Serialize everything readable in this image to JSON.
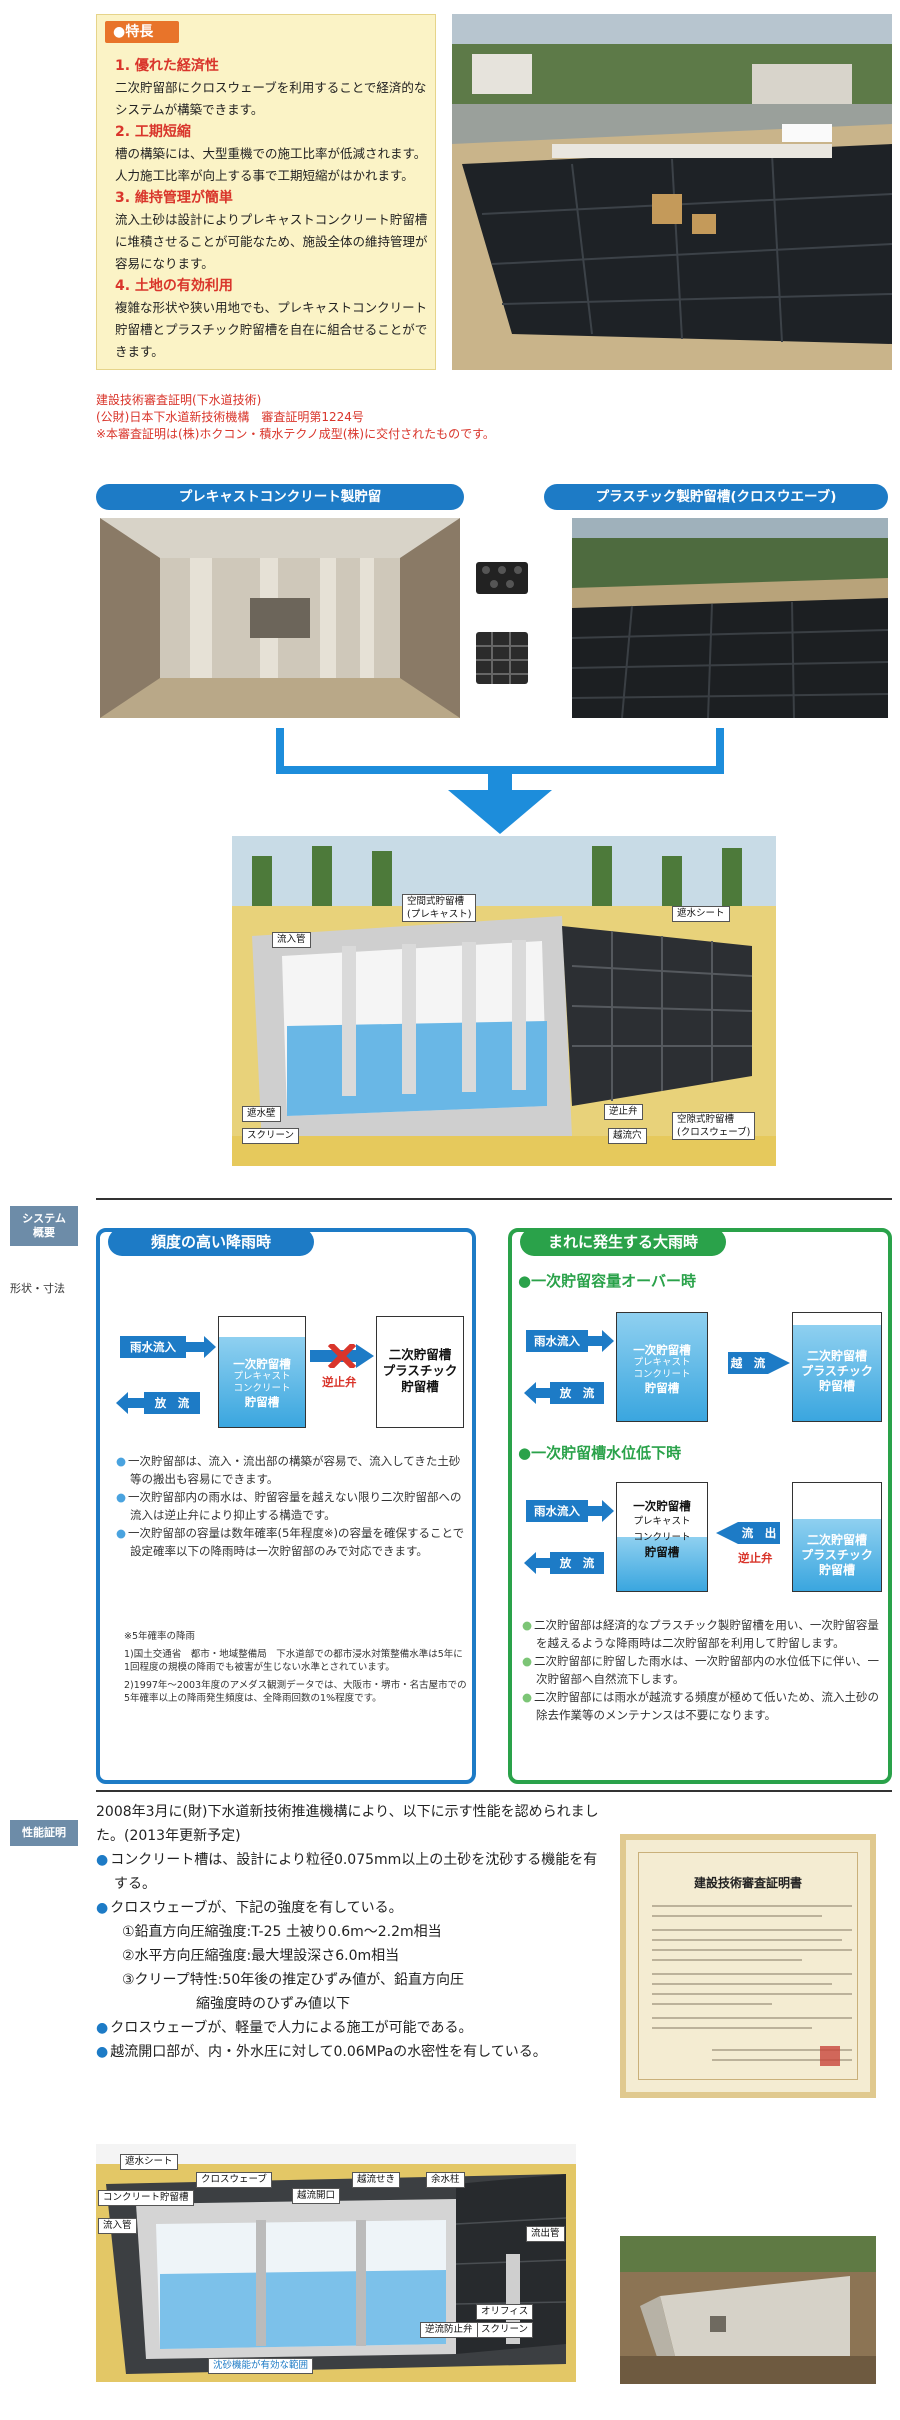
{
  "features": {
    "tag": "●特長",
    "items": [
      {
        "heading": "1. 優れた経済性",
        "text": "二次貯留部にクロスウェーブを利用することで経済的なシステムが構築できます。"
      },
      {
        "heading": "2. 工期短縮",
        "text": "槽の構築には、大型重機での施工比率が低減されます。人力施工比率が向上する事で工期短縮がはかれます。"
      },
      {
        "heading": "3. 維持管理が簡単",
        "text": "流入土砂は設計によりプレキャストコンクリート貯留槽に堆積させることが可能なため、施設全体の維持管理が容易になります。"
      },
      {
        "heading": "4. 土地の有効利用",
        "text": "複雑な形状や狭い用地でも、プレキャストコンクリート貯留槽とプラスチック貯留槽を自在に組合せることができます。"
      }
    ]
  },
  "approval": {
    "line1": "建設技術審査証明(下水道技術)",
    "line2": "(公財)日本下水道新技術機構　審査証明第1224号",
    "line3": "※本審査証明は(株)ホクコン・積水テクノ成型(株)に交付されたものです。"
  },
  "sections": {
    "precast_title": "プレキャストコンクリート製貯留",
    "plastic_title": "プラスチック製貯留槽(クロスウエーブ)"
  },
  "diagram_labels": {
    "inflow_pipe": "流入管",
    "air_tank": "空間式貯留槽",
    "air_tank_sub": "(プレキャスト)",
    "waterproof_sheet": "遮水シート",
    "barrier_wall": "遮水壁",
    "screen": "スクリーン",
    "check_valve": "逆止弁",
    "overflow_hole": "越流穴",
    "void_tank": "空隙式貯留槽",
    "void_tank_sub": "(クロスウェーブ)"
  },
  "side_tabs": {
    "system": "システム\n概要",
    "system_label": "形状・寸法",
    "performance": "性能証明"
  },
  "frequent": {
    "header": "頻度の高い降雨時",
    "rain_in": "雨水流入",
    "discharge": "放　流",
    "tank1_title": "一次貯留槽",
    "tank1_sub": "プレキャスト\nコンクリート",
    "tank1_sub2": "貯留槽",
    "tank2_title": "二次貯留槽\nプラスチック\n貯留槽",
    "check_valve": "逆止弁",
    "bullets": [
      "一次貯留部は、流入・流出部の構築が容易で、流入してきた土砂等の搬出も容易にできます。",
      "一次貯留部内の雨水は、貯留容量を越えない限り二次貯留部への流入は逆止弁により抑止する構造です。",
      "一次貯留部の容量は数年確率(5年程度※)の容量を確保することで設定確率以下の降雨時は一次貯留部のみで対応できます。"
    ],
    "note_title": "※5年確率の降雨",
    "notes": [
      "1)国土交通省　都市・地域整備局　下水道部での都市浸水対策整備水準は5年に1回程度の規模の降雨でも被害が生じない水準とされています。",
      "2)1997年～2003年度のアメダス観測データでは、大阪市・堺市・名古屋市での5年確率以上の降雨発生頻度は、全降雨回数の1%程度です。"
    ]
  },
  "heavy": {
    "header": "まれに発生する大雨時",
    "sub1": "●一次貯留容量オーバー時",
    "sub2": "●一次貯留槽水位低下時",
    "rain_in": "雨水流入",
    "discharge": "放　流",
    "overflow": "越　流",
    "outflow": "流　出",
    "check_valve": "逆止弁",
    "tank1_title": "一次貯留槽",
    "tank1_sub": "プレキャスト\nコンクリート",
    "tank1_sub2": "貯留槽",
    "tank2_title": "二次貯留槽\nプラスチック\n貯留槽",
    "bullets": [
      "二次貯留部は経済的なプラスチック製貯留槽を用い、一次貯留容量を越えるような降雨時は二次貯留部を利用して貯留します。",
      "二次貯留部に貯留した雨水は、一次貯留部内の水位低下に伴い、一次貯留部へ自然流下します。",
      "二次貯留部には雨水が越流する頻度が極めて低いため、流入土砂の除去作業等のメンテナンスは不要になります。"
    ]
  },
  "performance": {
    "intro": "2008年3月に(財)下水道新技術推進機構により、以下に示す性能を認められました。(2013年更新予定)",
    "b1": "コンクリート槽は、設計により粒径0.075mm以上の土砂を沈砂する機能を有する。",
    "b2": "クロスウェーブが、下記の強度を有している。",
    "s1": "①鉛直方向圧縮強度:T-25 土被り0.6m～2.2m相当",
    "s2": "②水平方向圧縮強度:最大埋設深さ6.0m相当",
    "s3": "③クリープ特性:50年後の推定ひずみ値が、鉛直方向圧",
    "s3b": "縮強度時のひずみ値以下",
    "b3": "クロスウェーブが、軽量で人力による施工が可能である。",
    "b4": "越流開口部が、内・外水圧に対して0.06MPaの水密性を有している。",
    "cert_title": "建設技術審査証明書"
  },
  "cutaway_labels": {
    "waterproof_sheet": "遮水シート",
    "crosswave": "クロスウェーブ",
    "concrete_tank": "コンクリート貯留槽",
    "overflow_opening": "越流開口",
    "overflow_weir": "越流せき",
    "surplus_pillar": "余水柱",
    "inflow_pipe": "流入管",
    "outflow_pipe": "流出管",
    "orifice": "オリフィス",
    "screen": "スクリーン",
    "backflow_valve": "逆流防止弁",
    "sediment_range": "沈砂機能が有効な範囲"
  },
  "colors": {
    "blue": "#1d7bc6",
    "green": "#2aa24a",
    "red": "#d9352b",
    "orange": "#e8742a"
  }
}
